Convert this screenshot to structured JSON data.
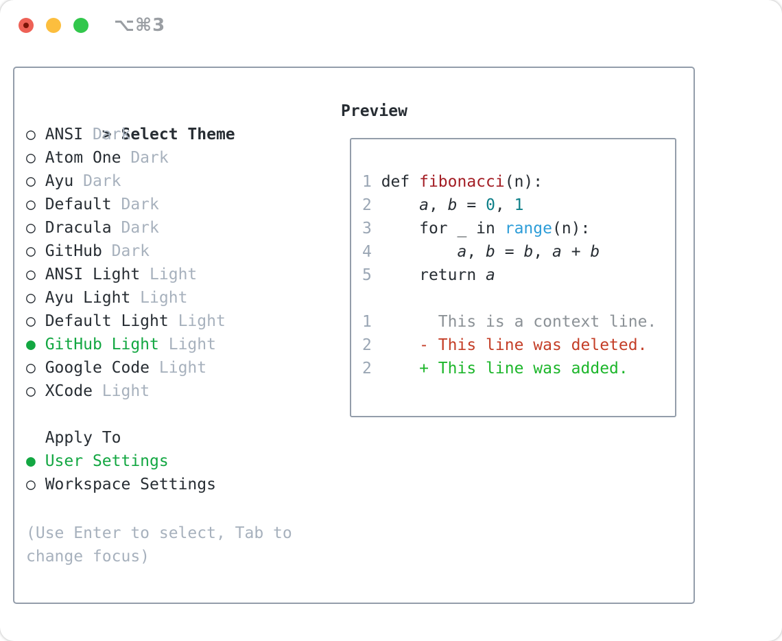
{
  "window": {
    "title": "⌥⌘3"
  },
  "colors": {
    "ink": "#272d33",
    "gray": "#a7b1bd",
    "green": "#13a742",
    "border": "#939daa",
    "title_gray": "#9a9ea3",
    "line_num": "#9aa6b4",
    "context": "#8b9196",
    "deleted": "#c43e27",
    "added": "#1db62b",
    "func": "#a31d24",
    "num_teal": "#0d7f88",
    "builtin_blue": "#2d9dd8",
    "light_red": "#ee6156",
    "light_red_dot": "#7a1407",
    "light_yellow": "#fcbe3e",
    "light_green": "#32c74c"
  },
  "theme_picker": {
    "cursor": ">",
    "header": "Select Theme",
    "radio_unselected": "○",
    "radio_selected": "●",
    "items": [
      {
        "name": "ANSI",
        "variant": "Dark",
        "selected": false
      },
      {
        "name": "Atom One",
        "variant": "Dark",
        "selected": false
      },
      {
        "name": "Ayu",
        "variant": "Dark",
        "selected": false
      },
      {
        "name": "Default",
        "variant": "Dark",
        "selected": false
      },
      {
        "name": "Dracula",
        "variant": "Dark",
        "selected": false
      },
      {
        "name": "GitHub",
        "variant": "Dark",
        "selected": false
      },
      {
        "name": "ANSI Light",
        "variant": "Light",
        "selected": false
      },
      {
        "name": "Ayu Light",
        "variant": "Light",
        "selected": false
      },
      {
        "name": "Default Light",
        "variant": "Light",
        "selected": false
      },
      {
        "name": "GitHub Light",
        "variant": "Light",
        "selected": true
      },
      {
        "name": "Google Code",
        "variant": "Light",
        "selected": false
      },
      {
        "name": "XCode",
        "variant": "Light",
        "selected": false
      }
    ]
  },
  "apply_to": {
    "header": "Apply To",
    "options": [
      {
        "label": "User Settings",
        "selected": true
      },
      {
        "label": "Workspace Settings",
        "selected": false
      }
    ]
  },
  "hint": "(Use Enter to select, Tab to change focus)",
  "preview": {
    "title": "Preview",
    "code_lines": [
      {
        "num": "1",
        "tokens": [
          {
            "t": "def ",
            "c": "plain"
          },
          {
            "t": "fibonacci",
            "c": "func"
          },
          {
            "t": "(n):",
            "c": "plain"
          }
        ]
      },
      {
        "num": "2",
        "tokens": [
          {
            "t": "    ",
            "c": "plain"
          },
          {
            "t": "a",
            "c": "var"
          },
          {
            "t": ", ",
            "c": "plain"
          },
          {
            "t": "b",
            "c": "var"
          },
          {
            "t": " = ",
            "c": "plain"
          },
          {
            "t": "0",
            "c": "num"
          },
          {
            "t": ", ",
            "c": "plain"
          },
          {
            "t": "1",
            "c": "num"
          }
        ]
      },
      {
        "num": "3",
        "tokens": [
          {
            "t": "    for _ in ",
            "c": "plain"
          },
          {
            "t": "range",
            "c": "builtin"
          },
          {
            "t": "(n):",
            "c": "plain"
          }
        ]
      },
      {
        "num": "4",
        "tokens": [
          {
            "t": "        ",
            "c": "plain"
          },
          {
            "t": "a",
            "c": "var"
          },
          {
            "t": ", ",
            "c": "plain"
          },
          {
            "t": "b",
            "c": "var"
          },
          {
            "t": " = ",
            "c": "plain"
          },
          {
            "t": "b",
            "c": "var"
          },
          {
            "t": ", ",
            "c": "plain"
          },
          {
            "t": "a",
            "c": "var"
          },
          {
            "t": " + ",
            "c": "plain"
          },
          {
            "t": "b",
            "c": "var"
          }
        ]
      },
      {
        "num": "5",
        "tokens": [
          {
            "t": "    return ",
            "c": "plain"
          },
          {
            "t": "a",
            "c": "var"
          }
        ]
      }
    ],
    "diff_lines": [
      {
        "num": "1",
        "prefix": "  ",
        "text": "This is a context line.",
        "kind": "context"
      },
      {
        "num": "2",
        "prefix": "- ",
        "text": "This line was deleted.",
        "kind": "deleted"
      },
      {
        "num": "2",
        "prefix": "+ ",
        "text": "This line was added.",
        "kind": "added"
      }
    ]
  }
}
